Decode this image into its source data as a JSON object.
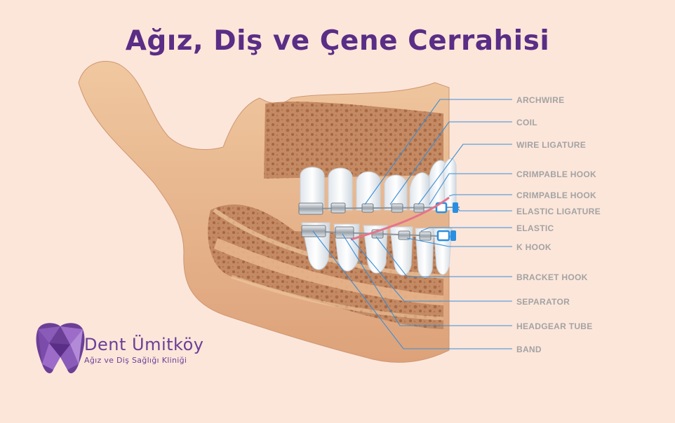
{
  "title": "Ağız, Diş ve Çene Cerrahisi",
  "labels": [
    "ARCHWIRE",
    "COIL",
    "WIRE LIGATURE",
    "CRIMPABLE HOOK",
    "CRIMPABLE HOOK",
    "ELASTIC LIGATURE",
    "ELASTIC",
    "K HOOK",
    "BRACKET HOOK",
    "SEPARATOR",
    "HEADGEAR TUBE",
    "BAND"
  ],
  "brand": {
    "name": "Dent Ümitköy",
    "subtitle": "Ağız ve Diş Sağlığı Kliniği"
  },
  "colors": {
    "title": "#5a2d86",
    "bone": "#e8b98e",
    "marrow": "#b97a57",
    "tooth": "#f4f6f8",
    "leader": "#3a8ed6",
    "label": "#a3a3a3",
    "elastic": "#e7738a",
    "ligature": "#2a8fe0"
  }
}
